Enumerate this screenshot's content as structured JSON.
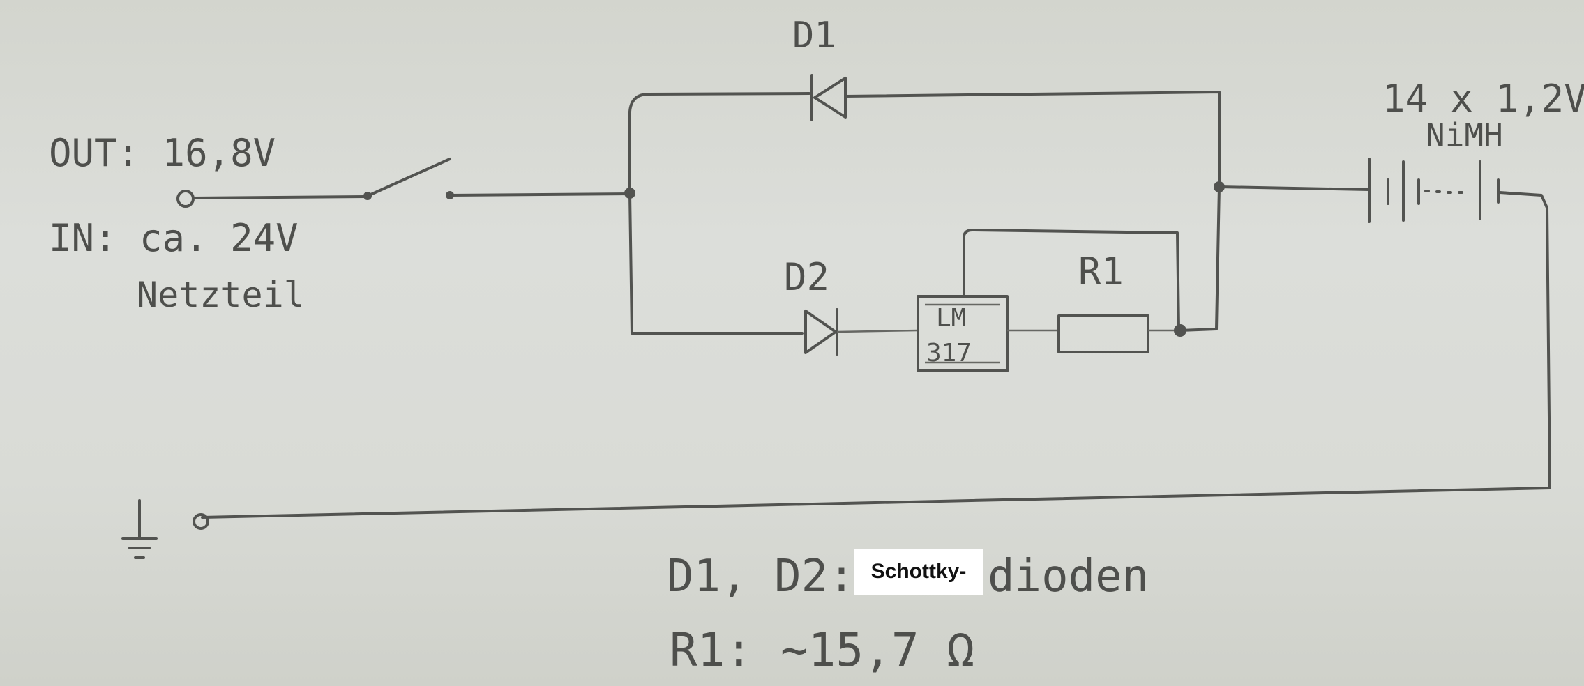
{
  "labels": {
    "out": "OUT: 16,8V",
    "in": "IN: ca. 24V",
    "netzteil": "Netzteil",
    "d1": "D1",
    "d2": "D2",
    "lm_line1": "LM",
    "lm_line2": "317",
    "r1": "R1",
    "battery_line1": "14 x 1,2V",
    "battery_line2": "NiMH",
    "note_diodes_prefix": "D1, D2:",
    "note_diodes_overlay": "Schottky-",
    "note_diodes_suffix": "dioden",
    "note_r1": "R1: ~15,7 Ω"
  },
  "colors": {
    "ink": "#4e4f4c",
    "paper": "#d6d8d1",
    "overlay": "#ffffff"
  }
}
